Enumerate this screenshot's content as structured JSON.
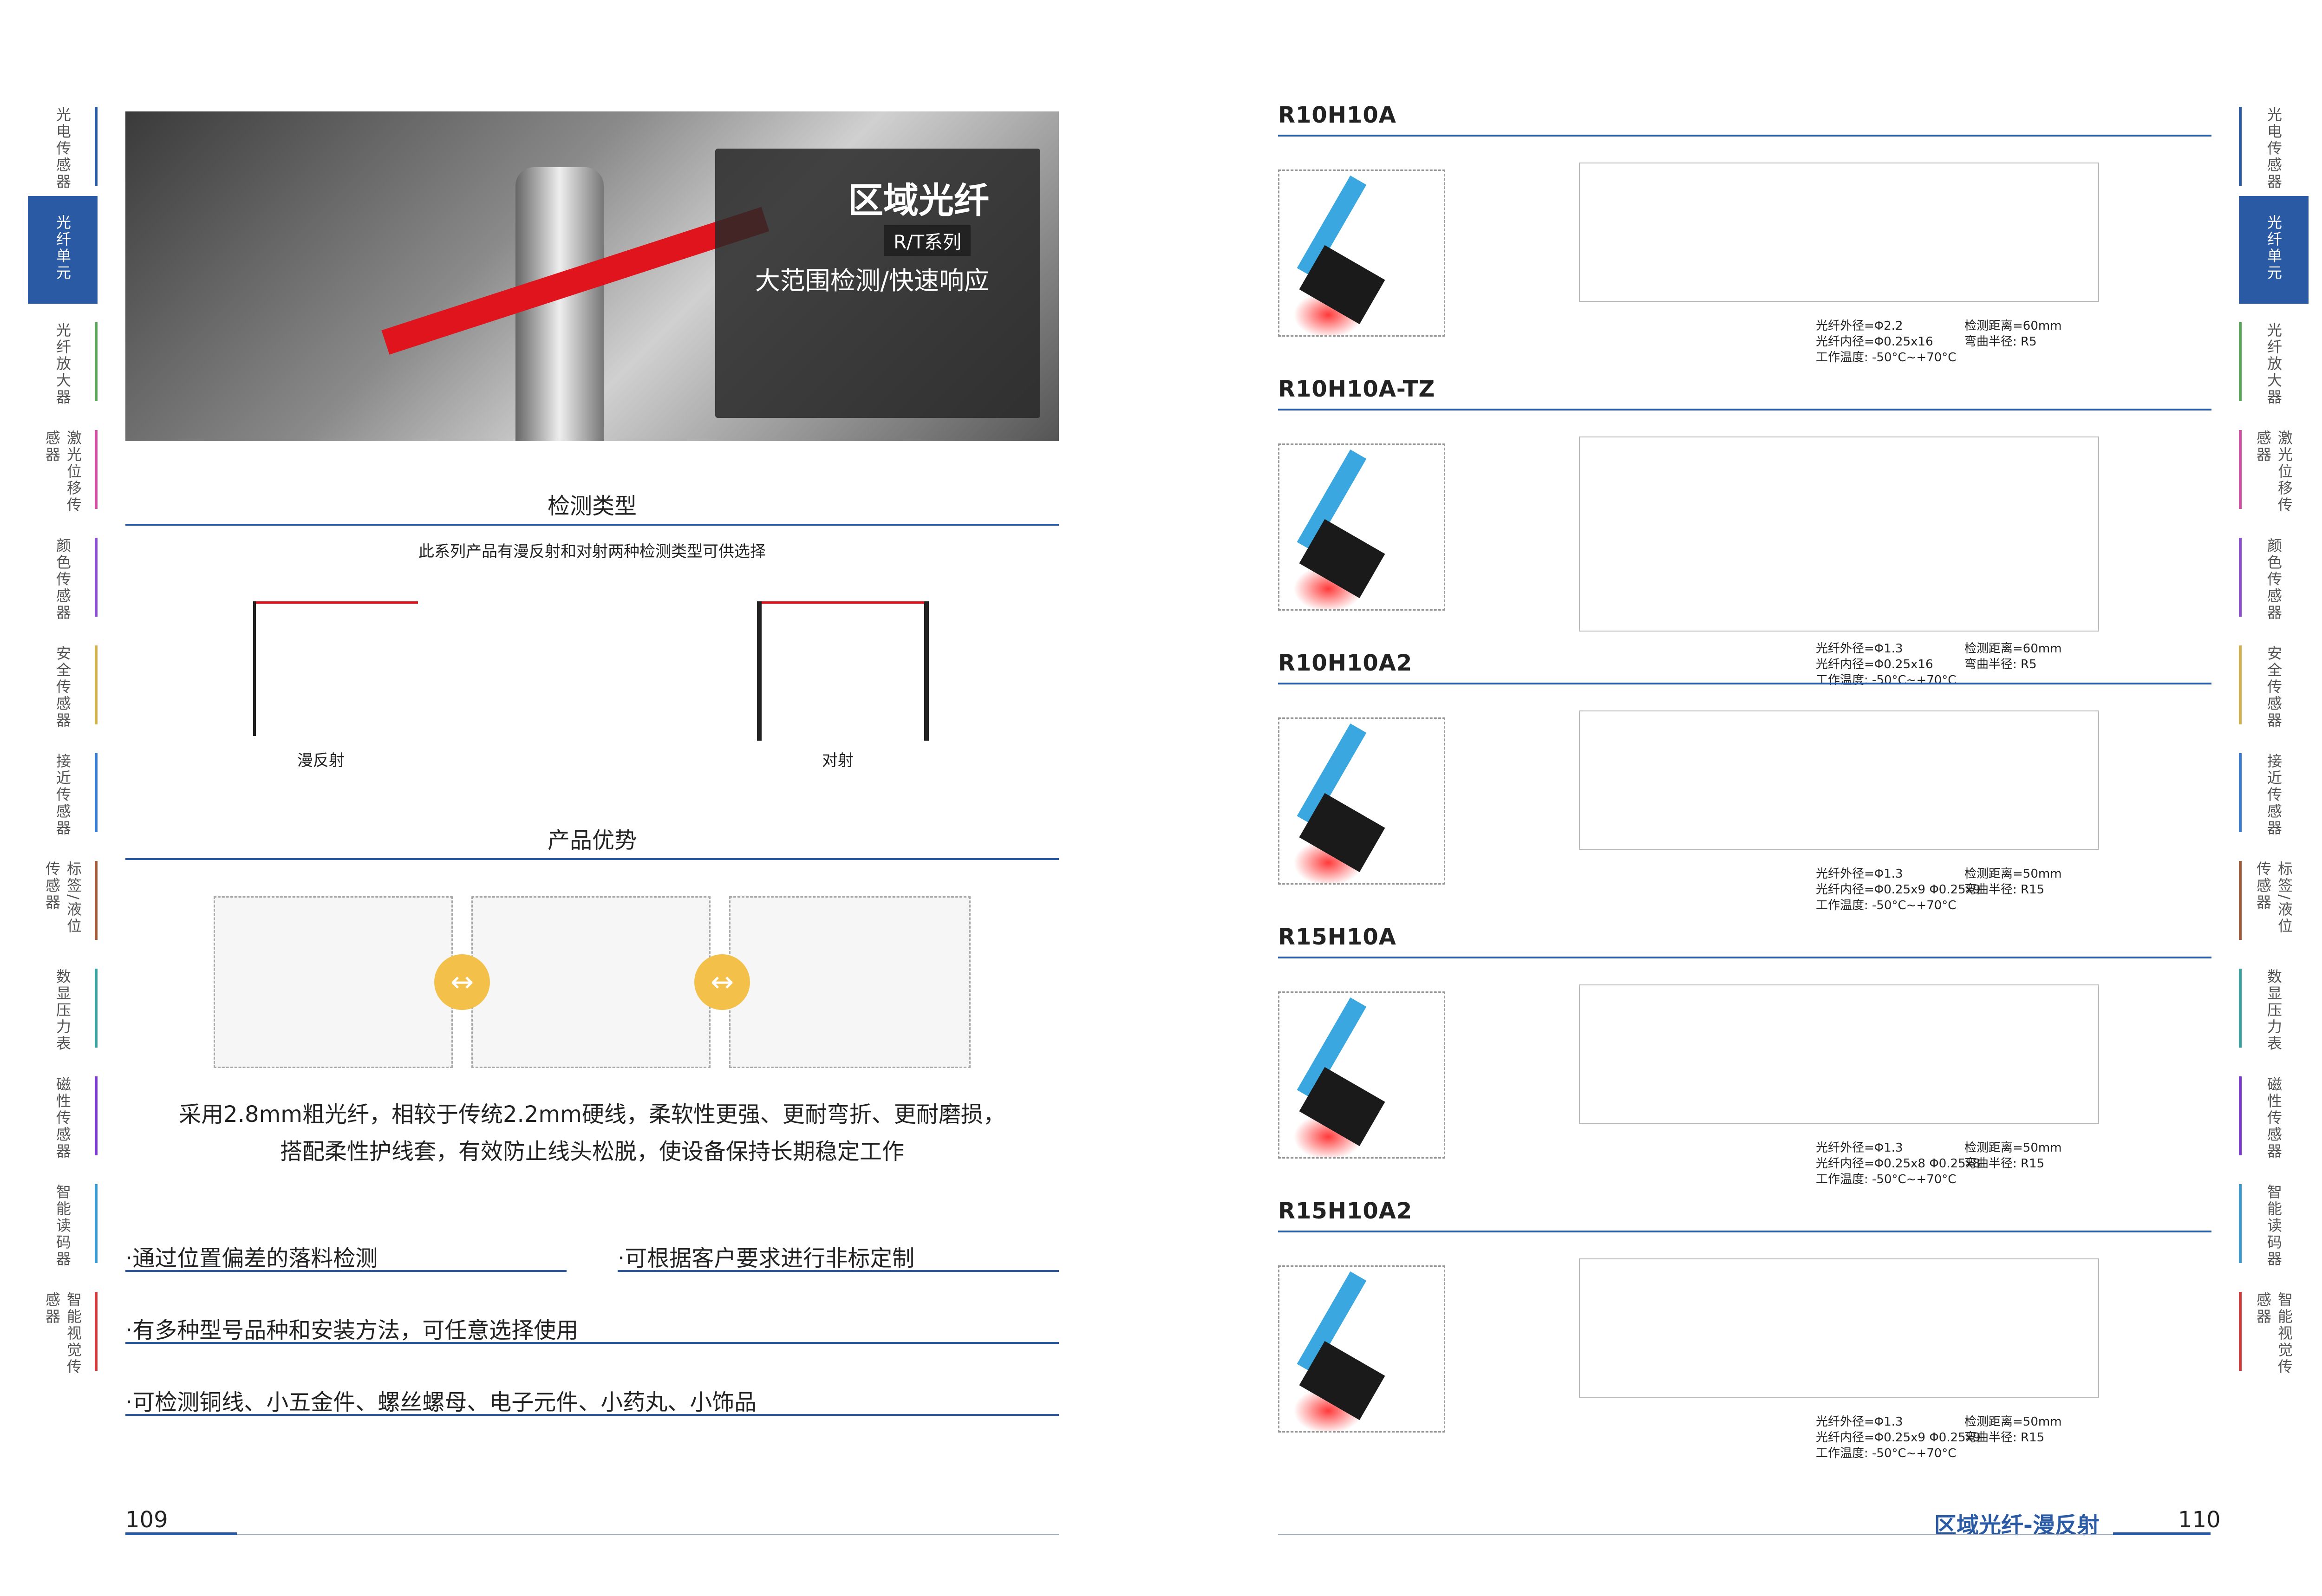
{
  "sidebar": [
    {
      "label": "光电传感器",
      "color": "#2b5aa5"
    },
    {
      "label": "光纤单元",
      "color": "#2b5aa5",
      "active": true
    },
    {
      "label": "光纤放大器",
      "color": "#5aa55a"
    },
    {
      "label": "激光位移传感器",
      "color": "#d04fa0"
    },
    {
      "label": "颜色传感器",
      "color": "#8a4fd0"
    },
    {
      "label": "安全传感器",
      "color": "#d0b04f"
    },
    {
      "label": "接近传感器",
      "color": "#3a7ad0"
    },
    {
      "label": "标签/液位传感器",
      "color": "#a05a3a"
    },
    {
      "label": "数显压力表",
      "color": "#3aa0a0"
    },
    {
      "label": "磁性传感器",
      "color": "#7a3ad0"
    },
    {
      "label": "智能读码器",
      "color": "#3a9ad0"
    },
    {
      "label": "智能视觉传感器",
      "color": "#d03a3a"
    }
  ],
  "hero": {
    "title": "区域光纤",
    "series": "R/T系列",
    "subtitle": "大范围检测/快速响应"
  },
  "detection": {
    "title": "检测类型",
    "desc": "此系列产品有漫反射和对射两种检测类型可供选择",
    "diffuse": "漫反射",
    "through": "对射"
  },
  "advantage": {
    "title": "产品优势",
    "line1": "采用2.8mm粗光纤，相较于传统2.2mm硬线，柔软性更强、更耐弯折、更耐磨损，",
    "line2": "搭配柔性护线套，有效防止线头松脱，使设备保持长期稳定工作"
  },
  "features": [
    "·通过位置偏差的落料检测",
    "·可根据客户要求进行非标定制",
    "·有多种型号品种和安装方法，可任意选择使用",
    "·可检测铜线、小五金件、螺丝螺母、电子元件、小药丸、小饰品"
  ],
  "models": [
    {
      "name": "R10H10A",
      "spec_left": [
        "光纤外径=Φ2.2",
        "光纤内径=Φ0.25x16",
        "工作温度: -50°C~+70°C"
      ],
      "spec_right": [
        "检测距离=60mm",
        "弯曲半径: R5"
      ]
    },
    {
      "name": "R10H10A-TZ",
      "spec_left": [
        "光纤外径=Φ1.3",
        "光纤内径=Φ0.25x16",
        "工作温度: -50°C~+70°C"
      ],
      "spec_right": [
        "检测距离=60mm",
        "弯曲半径: R5"
      ]
    },
    {
      "name": "R10H10A2",
      "spec_left": [
        "光纤外径=Φ1.3",
        "光纤内径=Φ0.25x9  Φ0.25x9",
        "工作温度: -50°C~+70°C"
      ],
      "spec_right": [
        "检测距离=50mm",
        "弯曲半径: R15"
      ]
    },
    {
      "name": "R15H10A",
      "spec_left": [
        "光纤外径=Φ1.3",
        "光纤内径=Φ0.25x8  Φ0.25x8",
        "工作温度: -50°C~+70°C"
      ],
      "spec_right": [
        "检测距离=50mm",
        "弯曲半径: R15"
      ]
    },
    {
      "name": "R15H10A2",
      "spec_left": [
        "光纤外径=Φ1.3",
        "光纤内径=Φ0.25x9  Φ0.25x9",
        "工作温度: -50°C~+70°C"
      ],
      "spec_right": [
        "检测距离=50mm",
        "弯曲半径: R15"
      ]
    }
  ],
  "footer": {
    "left_page": "109",
    "right_title": "区域光纤-漫反射",
    "right_page": "110"
  },
  "colors": {
    "accent": "#2b5aa5",
    "beam": "#e0141c",
    "cable": "#3aa7e0"
  }
}
